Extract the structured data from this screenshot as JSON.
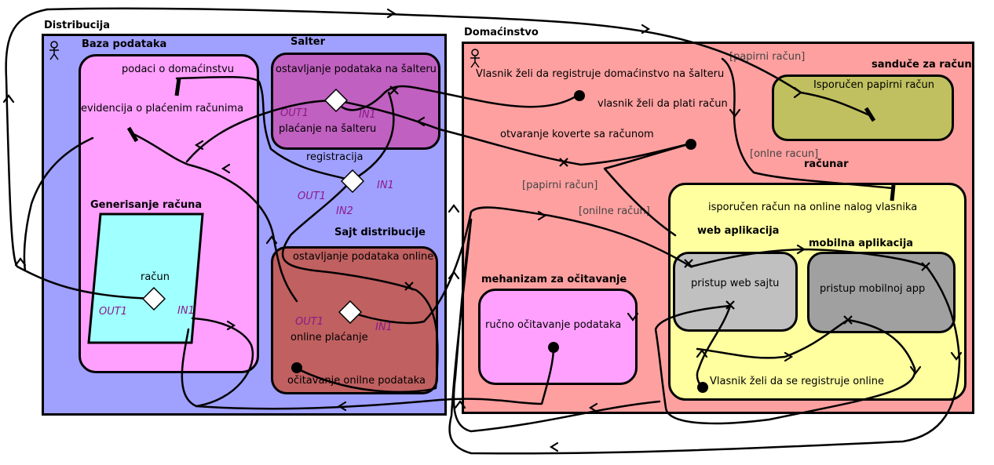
{
  "colors": {
    "distribution": "#a0a0ff",
    "household": "#ffa0a0",
    "database": "#ffa0ff",
    "bill_generation": "#a0ffff",
    "counter": "#c060c0",
    "distribution_site": "#c06060",
    "mailbox": "#c0c060",
    "computer": "#ffffa0",
    "web_app": "#c0c0c0",
    "mobile_app": "#a0a0a0",
    "reading_mechanism": "#ffa0ff"
  },
  "distribution": {
    "title": "Distribucija",
    "database": {
      "title": "Baza podataka",
      "household_data": "podaci o domaćinstvu",
      "paid_bills": "evidencija o plaćenim računima",
      "bill_generation": {
        "title": "Generisanje računa",
        "bill": "račun",
        "out": "OUT1",
        "in": "IN1"
      }
    },
    "counter": {
      "title": "Salter",
      "leave_data": "ostavljanje podataka na šalteru",
      "pay": "plaćanje na šalteru",
      "out": "OUT1",
      "in": "IN1"
    },
    "registration": {
      "label": "registracija",
      "out": "OUT1",
      "in1": "IN1",
      "in2": "IN2"
    },
    "site": {
      "title": "Sajt distribucije",
      "leave_data": "ostavljanje podataka online",
      "pay": "online plaćanje",
      "read": "očitavanje onilne podataka",
      "out": "OUT1",
      "in": "IN1"
    }
  },
  "household": {
    "title": "Domaćinstvo",
    "wants_register_counter": "Vlasnik želi da registruje domaćinstvo na šalteru",
    "wants_pay": "vlasnik želi da plati račun",
    "open_envelope": "otvaranje koverte sa računom",
    "paper_bill_1": "[papirni račun]",
    "paper_bill_2": "[papirni račun]",
    "online_bill_1": "[onlne racun]",
    "online_bill_2": "[onilne račun]",
    "mailbox": {
      "title": "sanduče za račun",
      "delivered": "Isporučen papirni račun"
    },
    "computer": {
      "title": "računar",
      "delivered_online": "isporučen račun na online nalog vlasnika",
      "wants_register_online": "Vlasnik želi da se registruje online",
      "web_app": {
        "title": "web aplikacija",
        "access": "pristup web sajtu"
      },
      "mobile_app": {
        "title": "mobilna aplikacija",
        "access": "pristup mobilnoj app"
      }
    },
    "reading": {
      "title": "mehanizam za očitavanje",
      "manual": "ručno očitavanje podataka"
    }
  }
}
